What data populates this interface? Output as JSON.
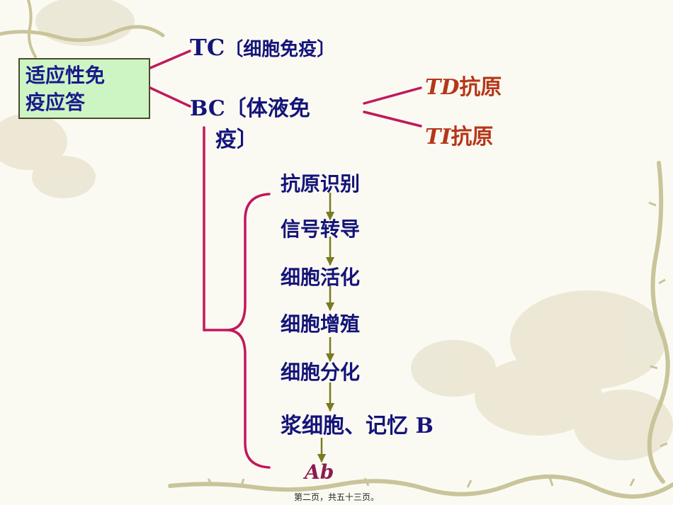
{
  "root": {
    "line1": "适应性免",
    "line2": "疫应答"
  },
  "tc": {
    "code": "TC",
    "desc": "〔细胞免疫〕"
  },
  "bc": {
    "code": "BC",
    "desc_line1": "〔体液免",
    "desc_line2": "疫〕"
  },
  "td_antigen": {
    "code": "TD",
    "label": "抗原"
  },
  "ti_antigen": {
    "code": "TI",
    "label": "抗原"
  },
  "steps": [
    "抗原识别",
    "信号转导",
    "细胞活化",
    "细胞增殖",
    "细胞分化",
    "浆细胞、记忆 B"
  ],
  "antibody": "Ab",
  "footer": "第二页，共五十三页。",
  "colors": {
    "connector": "#c2185b",
    "arrow": "#7a7a22",
    "root_fill": "#cdf5c4",
    "title_text": "#14147a",
    "antigen_text": "#b5371a"
  }
}
